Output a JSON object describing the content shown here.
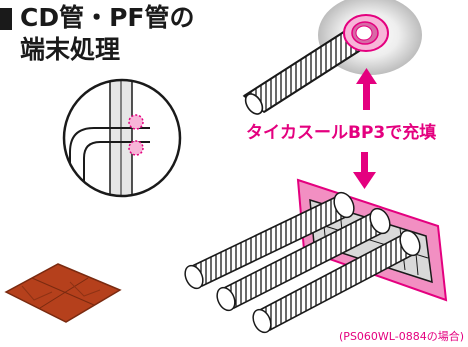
{
  "title": {
    "line1": "CD管・PF管の",
    "line2": "端末処理"
  },
  "callout": "タイカスールBP3で充填",
  "caption": "(PS060WL-0884の場合)",
  "colors": {
    "accent": "#e4007f",
    "sealant_pink": "#f28fc2",
    "pipe_stroke": "#1a1a1a",
    "putty_brown": "#b5401c"
  }
}
